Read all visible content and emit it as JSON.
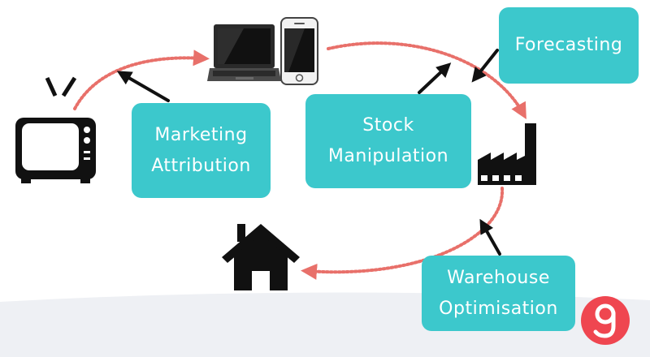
{
  "boxes": {
    "marketing": {
      "line1": "Marketing",
      "line2": "Attribution"
    },
    "stock": {
      "line1": "Stock",
      "line2": "Manipulation"
    },
    "forecast": {
      "line1": "Forecasting"
    },
    "warehouse": {
      "line1": "Warehouse",
      "line2": "Optimisation"
    }
  },
  "icons": [
    "tv-icon",
    "laptop-icon",
    "phone-icon",
    "factory-icon",
    "house-icon",
    "logo-icon"
  ],
  "colors": {
    "box": "#3cc8cc",
    "flow_arrow": "#e8706a",
    "pointer_arrow": "#111111",
    "logo": "#ef4650",
    "footer": "#eef0f4"
  }
}
